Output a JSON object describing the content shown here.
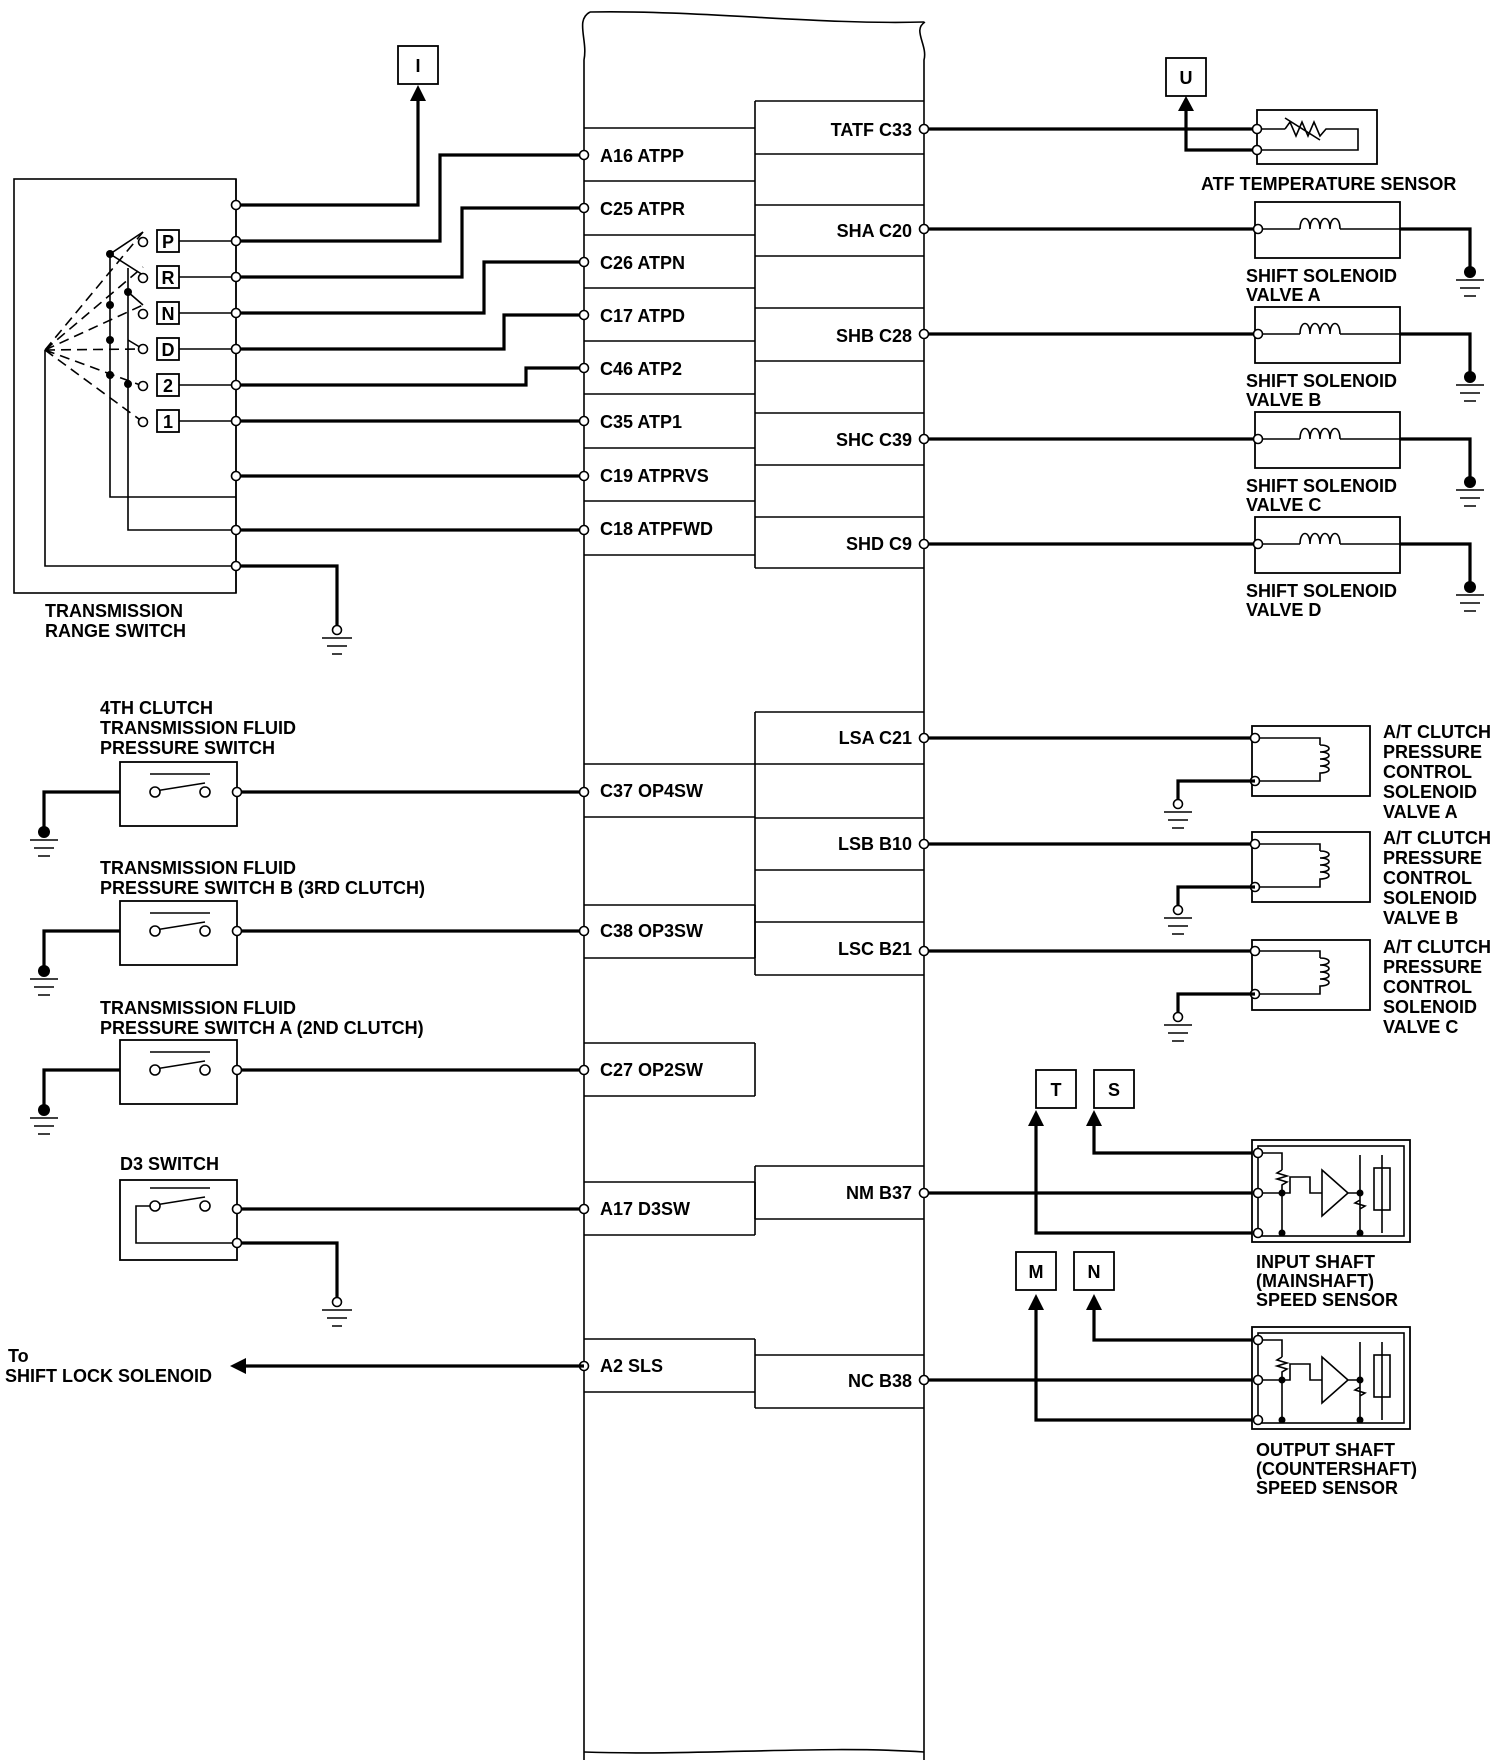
{
  "ecm": {
    "left_pins": [
      {
        "id": "a16",
        "label": "A16 ATPP"
      },
      {
        "id": "c25",
        "label": "C25 ATPR"
      },
      {
        "id": "c26",
        "label": "C26 ATPN"
      },
      {
        "id": "c17",
        "label": "C17 ATPD"
      },
      {
        "id": "c46",
        "label": "C46 ATP2"
      },
      {
        "id": "c35",
        "label": "C35 ATP1"
      },
      {
        "id": "c19",
        "label": "C19 ATPRVS"
      },
      {
        "id": "c18",
        "label": "C18 ATPFWD"
      },
      {
        "id": "c37",
        "label": "C37 OP4SW"
      },
      {
        "id": "c38",
        "label": "C38 OP3SW"
      },
      {
        "id": "c27",
        "label": "C27 OP2SW"
      },
      {
        "id": "a17",
        "label": "A17 D3SW"
      },
      {
        "id": "a2",
        "label": "A2 SLS"
      }
    ],
    "right_pins": [
      {
        "id": "c33",
        "label": "TATF C33"
      },
      {
        "id": "c20",
        "label": "SHA C20"
      },
      {
        "id": "c28",
        "label": "SHB C28"
      },
      {
        "id": "c39",
        "label": "SHC C39"
      },
      {
        "id": "c9",
        "label": "SHD C9"
      },
      {
        "id": "c21",
        "label": "LSA C21"
      },
      {
        "id": "b10",
        "label": "LSB B10"
      },
      {
        "id": "b21",
        "label": "LSC B21"
      },
      {
        "id": "b37",
        "label": "NM B37"
      },
      {
        "id": "b38",
        "label": "NC B38"
      }
    ]
  },
  "range_switch": {
    "name": [
      "TRANSMISSION",
      "RANGE SWITCH"
    ],
    "positions": [
      "P",
      "R",
      "N",
      "D",
      "2",
      "1"
    ]
  },
  "components": {
    "atf_sensor": "ATF TEMPERATURE SENSOR",
    "shift_a": [
      "SHIFT SOLENOID",
      "VALVE A"
    ],
    "shift_b": [
      "SHIFT SOLENOID",
      "VALVE B"
    ],
    "shift_c": [
      "SHIFT SOLENOID",
      "VALVE C"
    ],
    "shift_d": [
      "SHIFT SOLENOID",
      "VALVE D"
    ],
    "pc_a": [
      "A/T CLUTCH",
      "PRESSURE",
      "CONTROL",
      "SOLENOID",
      "VALVE A"
    ],
    "pc_b": [
      "A/T CLUTCH",
      "PRESSURE",
      "CONTROL",
      "SOLENOID",
      "VALVE B"
    ],
    "pc_c": [
      "A/T CLUTCH",
      "PRESSURE",
      "CONTROL",
      "SOLENOID",
      "VALVE C"
    ],
    "sw_4th": [
      "4TH CLUTCH",
      "TRANSMISSION FLUID",
      "PRESSURE SWITCH"
    ],
    "sw_b": [
      "TRANSMISSION FLUID",
      "PRESSURE SWITCH B (3RD CLUTCH)"
    ],
    "sw_a": [
      "TRANSMISSION FLUID",
      "PRESSURE SWITCH A (2ND CLUTCH)"
    ],
    "d3": "D3 SWITCH",
    "shift_lock": [
      "To",
      "SHIFT LOCK SOLENOID"
    ],
    "input_sensor": [
      "INPUT SHAFT",
      "(MAINSHAFT)",
      "SPEED SENSOR"
    ],
    "output_sensor": [
      "OUTPUT SHAFT",
      "(COUNTERSHAFT)",
      "SPEED SENSOR"
    ]
  },
  "refs": {
    "i": "I",
    "u": "U",
    "t": "T",
    "s": "S",
    "m": "M",
    "n": "N"
  }
}
